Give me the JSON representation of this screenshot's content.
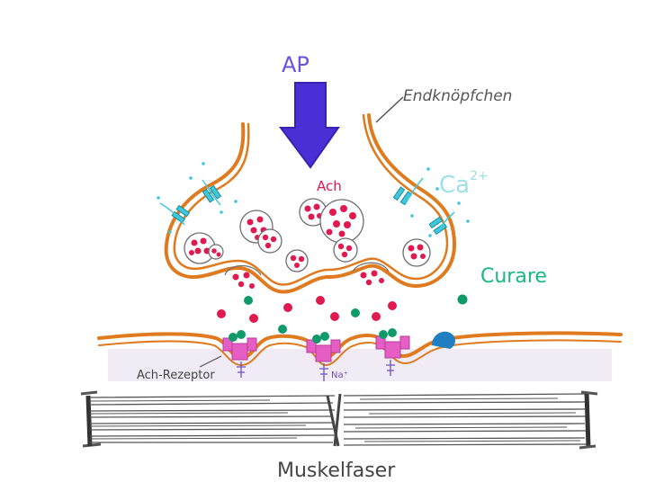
{
  "labels": {
    "ap": "AP",
    "terminal": "Endknöpfchen",
    "ach": "Ach",
    "calcium": "Ca",
    "calcium_charge": "2+",
    "curare": "Curare",
    "receptor": "Ach-Rezeptor",
    "na": "Na⁺",
    "muscle": "Muskelfaser"
  },
  "colors": {
    "membrane": "#e07a1f",
    "arrow": "#4a2fd6",
    "arrow_text": "#6a52e0",
    "ach": "#e0194f",
    "vesicle_outline": "#6e6e6e",
    "calcium": "#3fc7dc",
    "curare": "#0f9a6a",
    "receptor": "#e65ec3",
    "receptor_blue": "#1f7fc0",
    "muscle_shadow": "#c9c1d9",
    "text": "#444444"
  }
}
